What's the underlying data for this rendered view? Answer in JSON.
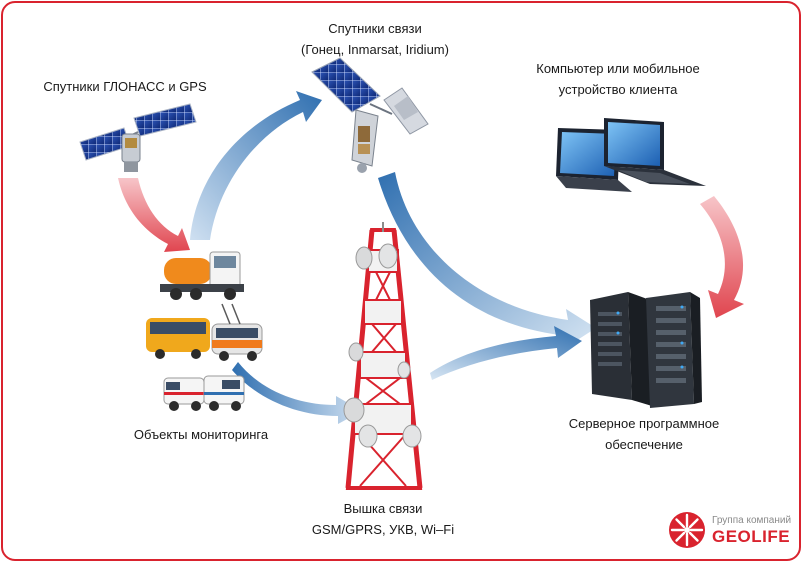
{
  "nodes": {
    "comm_satellites": {
      "title": "Спутники связи",
      "subtitle": "(Гонец, Inmarsat, Iridium)"
    },
    "glonass": {
      "title": "Спутники ГЛОНАСС и GPS"
    },
    "client": {
      "line1": "Компьютер или мобильное",
      "line2": "устройство клиента"
    },
    "server": {
      "line1": "Серверное программное",
      "line2": "обеспечение"
    },
    "objects": {
      "title": "Объекты мониторинга"
    },
    "tower": {
      "line1": "Вышка связи",
      "line2": "GSM/GPRS, УКВ, Wi–Fi"
    }
  },
  "logo": {
    "caption": "Группа компаний",
    "brand": "GEOLIFE"
  },
  "colors": {
    "border": "#d9232e",
    "blue_arrow": "#2f6fb0",
    "red_arrow": "#e0454f",
    "brand": "#d9232e"
  }
}
